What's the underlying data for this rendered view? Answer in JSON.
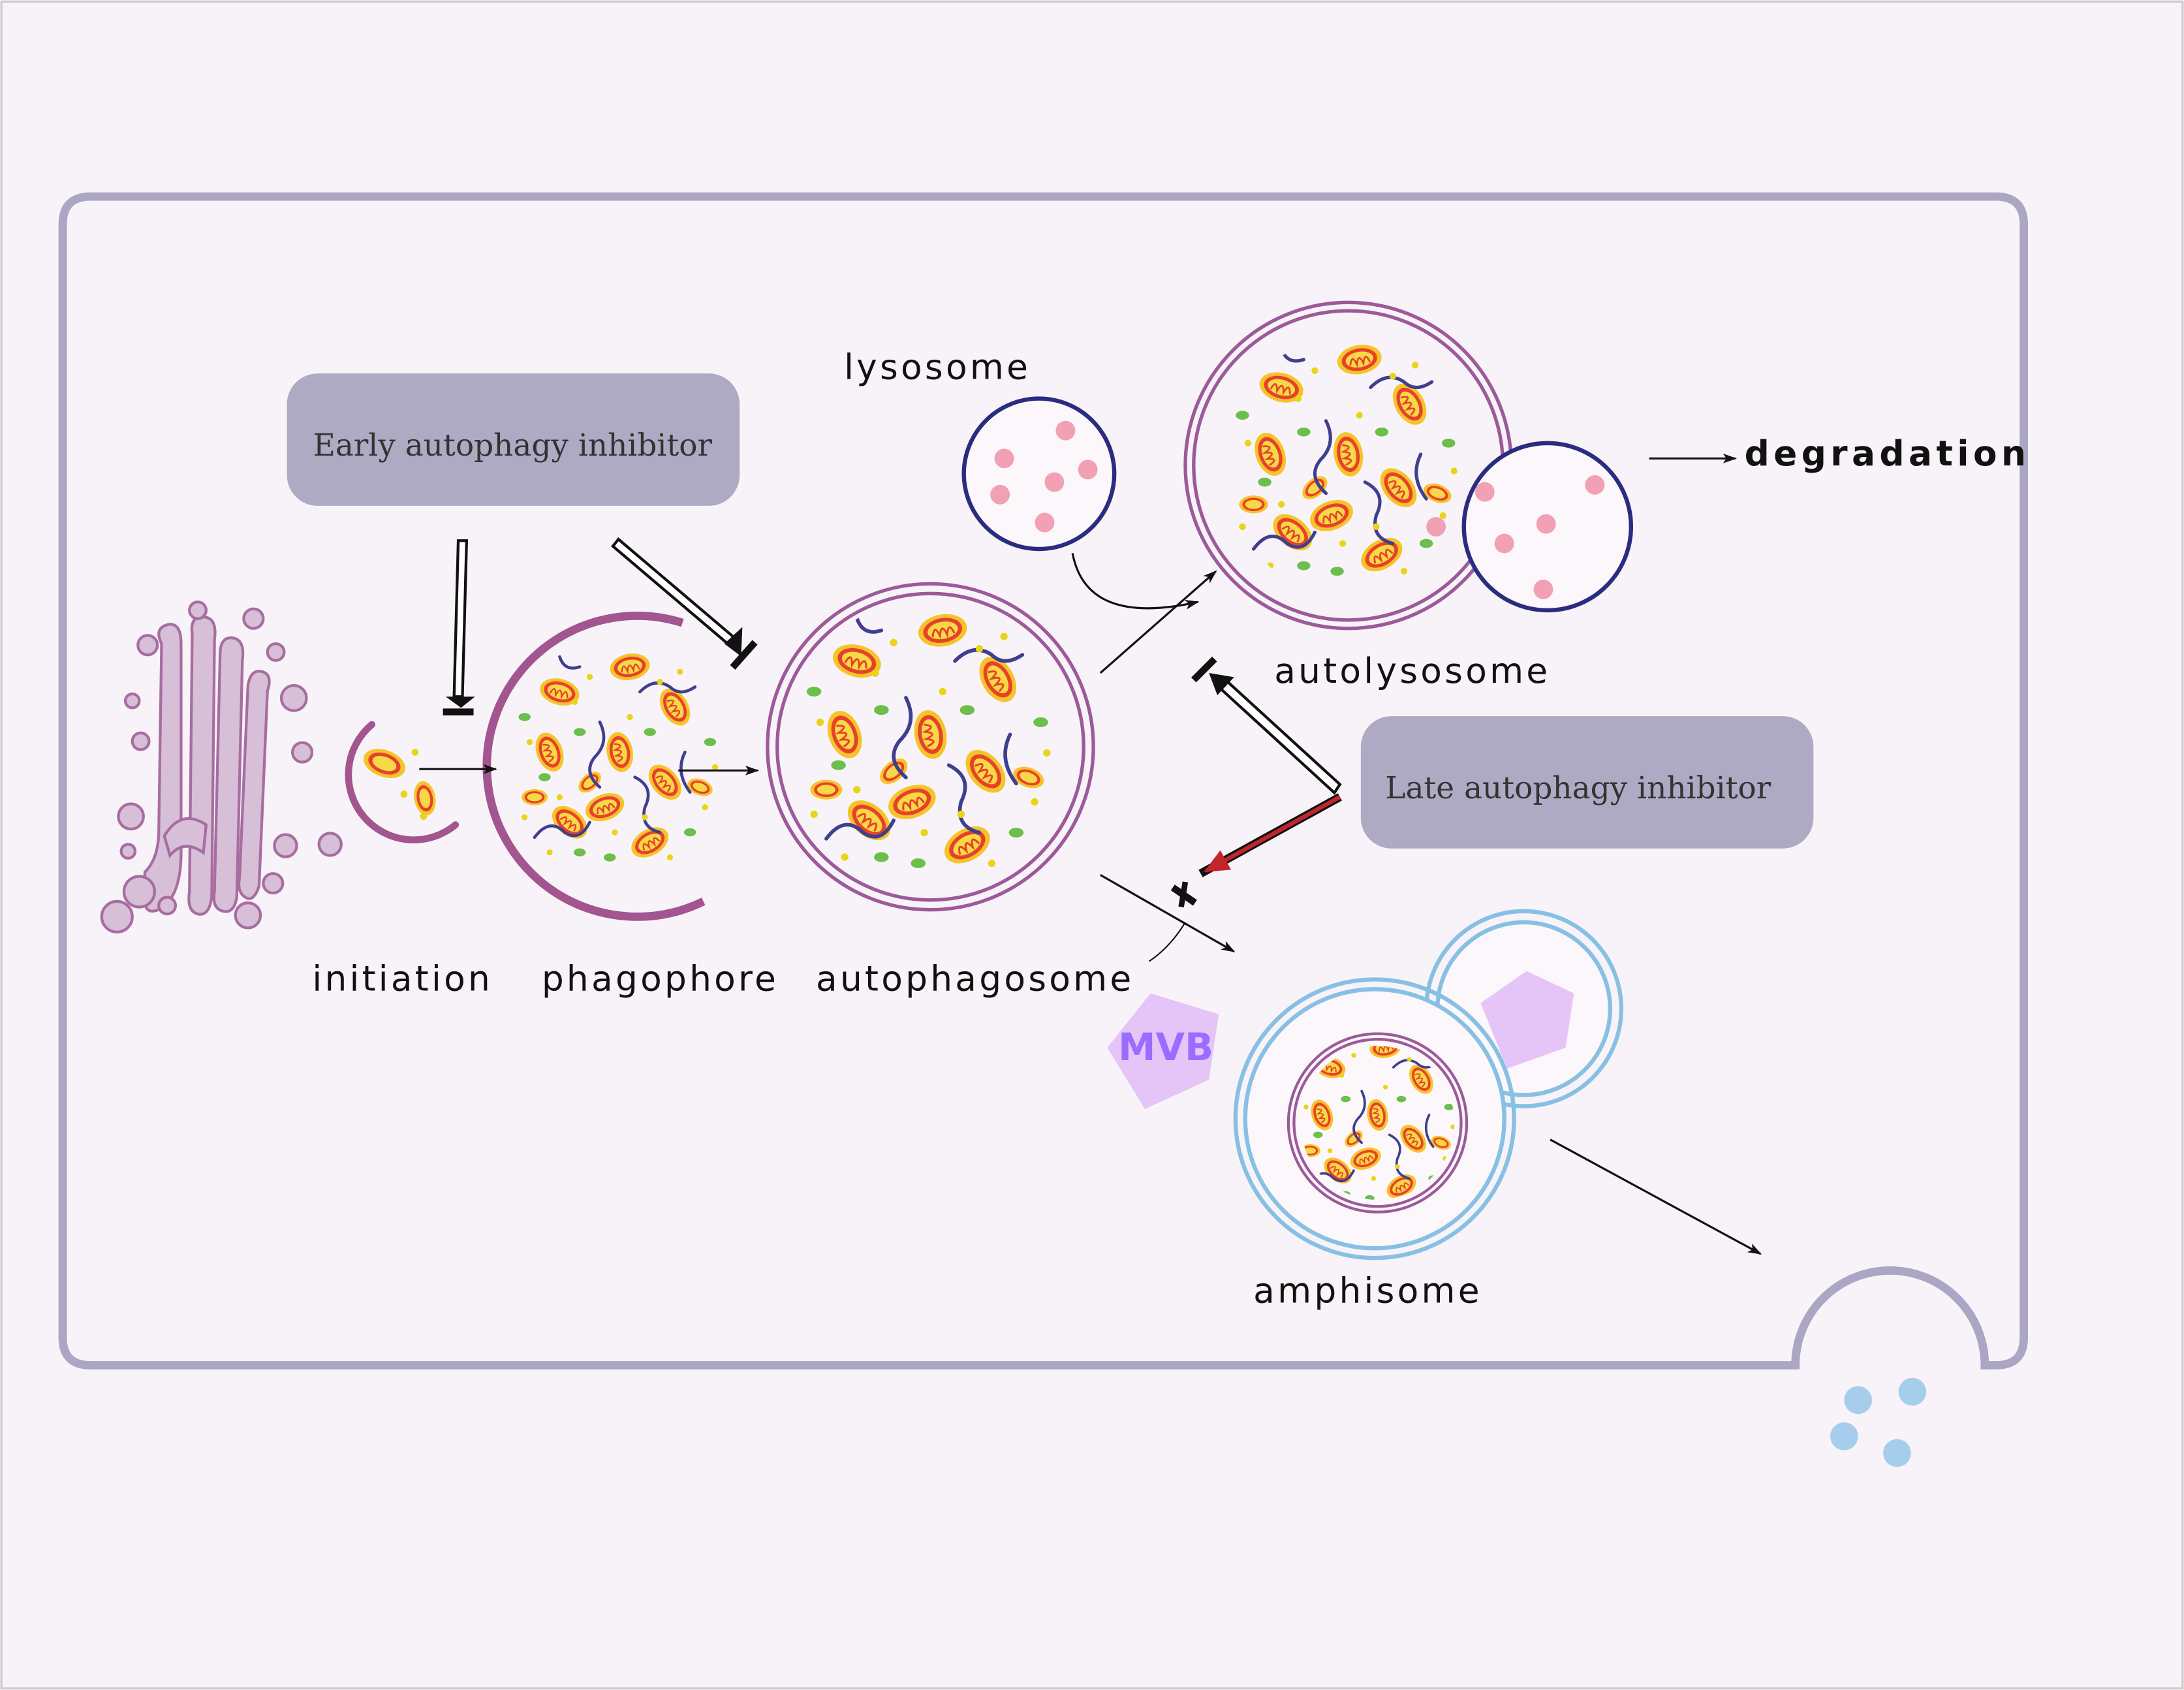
{
  "labels": {
    "initiation": "initiation",
    "phagophore": "phagophore",
    "autophagosome": "autophagosome",
    "lysosome": "lysosome",
    "autolysosome": "autolysosome",
    "degradation": "degradation",
    "amphisome": "amphisome",
    "mvb": "MVB"
  },
  "inhibitors": {
    "early": "Early autophagy inhibitor",
    "late": "Late autophagy inhibitor"
  },
  "colors": {
    "background": "#f8f3f8",
    "cell_membrane": "#aaa6c4",
    "inhibitor_box": "#aeaac4",
    "golgi": "#d7bfd7",
    "golgi_outline": "#a86da0",
    "phagophore_membrane": "#a2558f",
    "autophagosome_membrane": "#9c5a9a",
    "lysosome_membrane": "#2a2d7f",
    "lysosome_vesicle": "#f2a0b4",
    "amphisome_membrane": "#88c0e4",
    "mvb": "#e5c4f7",
    "exosome": "#a7cdec",
    "mito_outer": "#f5c42a",
    "mito_inner": "#e8412a",
    "inhibition_arrow_red": "#c0262b"
  }
}
